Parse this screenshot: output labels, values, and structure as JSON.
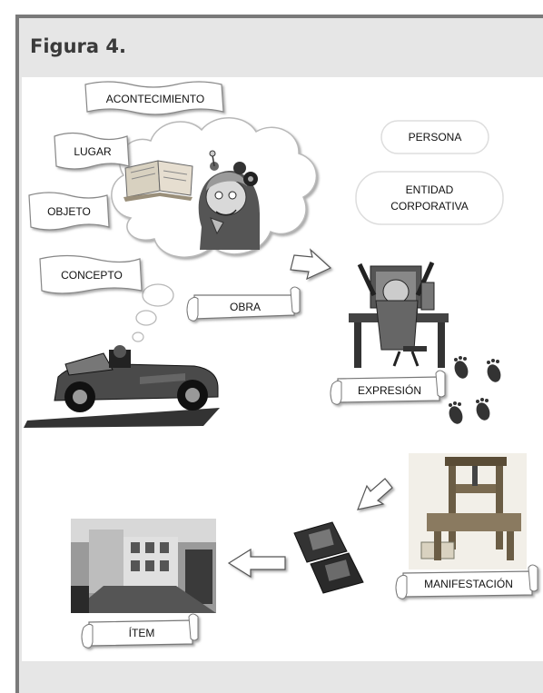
{
  "figure": {
    "title": "Figura 4."
  },
  "labels": {
    "acontecimiento": "ACONTECIMIENTO",
    "lugar": "LUGAR",
    "objeto": "OBJETO",
    "concepto": "CONCEPTO",
    "persona": "PERSONA",
    "entidad_line1": "ENTIDAD",
    "entidad_line2": "CORPORATIVA",
    "obra": "OBRA",
    "expresion": "EXPRESIÓN",
    "manifestacion": "MANIFESTACIÓN",
    "item": "ÍTEM"
  },
  "images": {
    "thinker": "thinking-person-illustration",
    "book": "open-book-illustration",
    "car": "vintage-race-car-illustration",
    "computer_user": "frustrated-computer-user-illustration",
    "footprints": "footprints-illustration",
    "press": "printing-press-illustration",
    "dvds": "dvd-cases-illustration",
    "building": "library-building-photo"
  }
}
